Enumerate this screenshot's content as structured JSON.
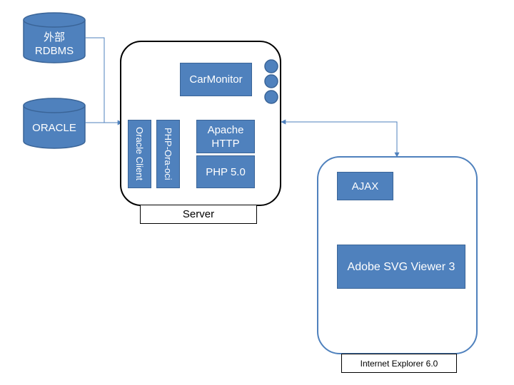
{
  "databases": [
    {
      "line1": "外部",
      "line2": "RDBMS"
    },
    {
      "line1": "ORACLE",
      "line2": ""
    }
  ],
  "server": {
    "caption": "Server",
    "carmonitor": "CarMonitor",
    "oracle_client": "Oracle Client",
    "php_ora_oci": "PHP-Ora-oci",
    "apache_line1": "Apache",
    "apache_line2": "HTTP",
    "php": "PHP 5.0"
  },
  "browser": {
    "caption": "Internet Explorer 6.0",
    "ajax": "AJAX",
    "svg_viewer": "Adobe SVG Viewer 3"
  },
  "colors": {
    "box_fill": "#4f81bd",
    "box_border": "#3a6497",
    "browser_border": "#4f81bd",
    "server_border": "#000000",
    "wire": "#4f81bd"
  }
}
